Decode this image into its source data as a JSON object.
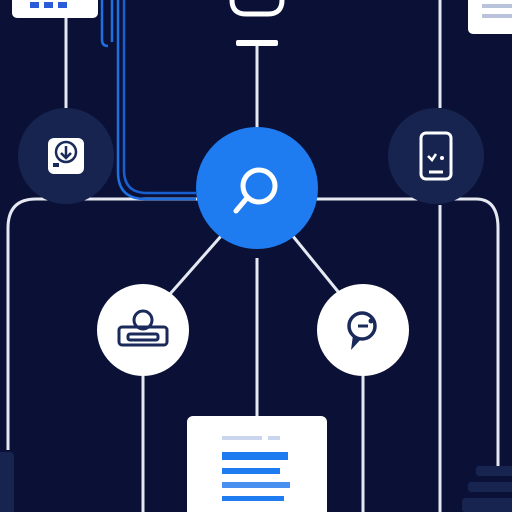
{
  "theme": {
    "background": "#0b1136",
    "line": "#e6e9f2",
    "accent_blue": "#1e7cf0",
    "navy_node": "#16244f",
    "white_node": "#ffffff",
    "icon_navy": "#1a2a5a"
  },
  "nodes": [
    {
      "id": "hub",
      "icon": "search-icon",
      "style": "blue"
    },
    {
      "id": "left-top",
      "icon": "document-download-icon",
      "style": "navy"
    },
    {
      "id": "right-top",
      "icon": "mobile-phone-icon",
      "style": "navy"
    },
    {
      "id": "left-bottom",
      "icon": "user-profile-icon",
      "style": "white"
    },
    {
      "id": "right-bottom",
      "icon": "chat-message-icon",
      "style": "white"
    },
    {
      "id": "bottom-card",
      "icon": "list-document-icon",
      "style": "white"
    }
  ]
}
